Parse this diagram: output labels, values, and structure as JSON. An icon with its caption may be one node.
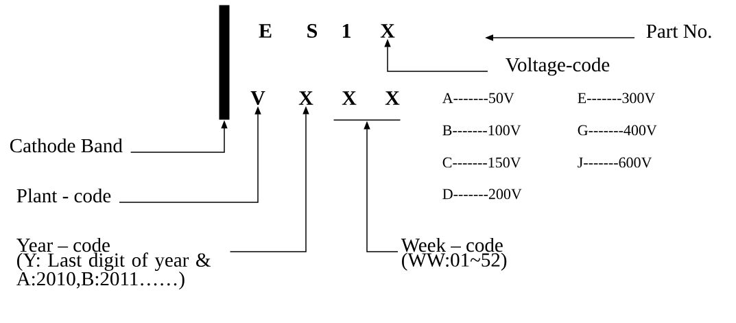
{
  "diagram": {
    "nodes": [
      {
        "text": [],
        "shape": "bar"
      },
      {
        "text": [
          "E"
        ]
      },
      {
        "text": [
          "S"
        ]
      },
      {
        "text": [
          "1"
        ]
      },
      {
        "text": [
          "X"
        ]
      },
      {
        "text": [
          "V"
        ]
      },
      {
        "text": [
          "X"
        ]
      },
      {
        "text": [
          "X"
        ]
      },
      {
        "text": [
          "X"
        ]
      },
      {
        "text": [],
        "shape": "bar"
      },
      {
        "text": [
          "Part No."
        ]
      },
      {
        "text": [
          "Voltage-code"
        ]
      },
      {
        "text": [
          "Cathode Band"
        ]
      },
      {
        "text": [
          "Plant - code"
        ]
      },
      {
        "text": [
          "Year – code",
          "(Y: Last digit of year & A:2010,B:2011……)"
        ]
      },
      {
        "text": [
          "Week – code",
          "(WW:01~52)"
        ]
      }
    ],
    "edges": [
      {
        "from": 10,
        "to": null,
        "arrow": "to"
      },
      {
        "from": 11,
        "to": 4,
        "arrow": "to"
      },
      {
        "from": 12,
        "to": 0,
        "arrow": "to"
      },
      {
        "from": 13,
        "to": 5,
        "arrow": "to"
      },
      {
        "from": 14,
        "to": 6,
        "arrow": "to"
      },
      {
        "from": 15,
        "to": 9,
        "arrow": "to"
      }
    ],
    "labels": [
      "A-------50V",
      "E-------300V",
      "B-------100V",
      "G-------400V",
      "C-------150V",
      "J-------600V",
      "D-------200V"
    ]
  }
}
